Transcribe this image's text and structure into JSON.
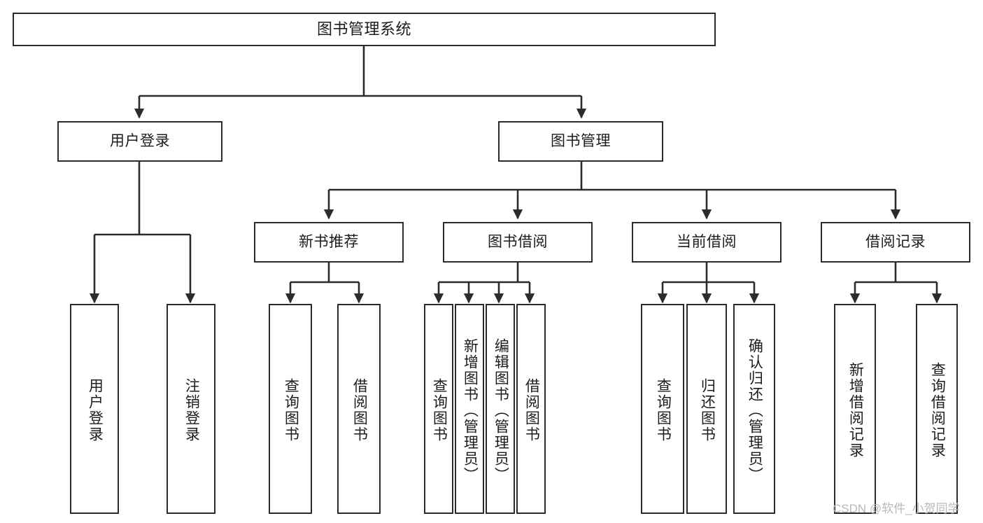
{
  "diagram": {
    "type": "tree",
    "title": "图书管理系统",
    "watermark": "CSDN @软件_小贺同学",
    "colors": {
      "background": "#ffffff",
      "border": "#2b2b2b",
      "text": "#1c1c1c",
      "connector": "#2b2b2b",
      "watermark": "#b9b9b9"
    },
    "nodes": {
      "root": {
        "label": "图书管理系统"
      },
      "level2": [
        {
          "id": "user-login",
          "label": "用户登录"
        },
        {
          "id": "book-management",
          "label": "图书管理"
        }
      ],
      "level3": [
        {
          "id": "new-book-recommend",
          "label": "新书推荐"
        },
        {
          "id": "book-borrow",
          "label": "图书借阅"
        },
        {
          "id": "current-borrow",
          "label": "当前借阅"
        },
        {
          "id": "borrow-record",
          "label": "借阅记录"
        }
      ],
      "leaves": {
        "user_login": [
          {
            "id": "leaf-user-login",
            "label": "用户登录"
          },
          {
            "id": "leaf-logout-login",
            "label": "注销登录"
          }
        ],
        "new_book_recommend": [
          {
            "id": "leaf-query-book-1",
            "label": "查询图书"
          },
          {
            "id": "leaf-borrow-book-1",
            "label": "借阅图书"
          }
        ],
        "book_borrow": [
          {
            "id": "leaf-query-book-2",
            "label": "查询图书"
          },
          {
            "id": "leaf-add-book",
            "label": "新增图书（管理员）"
          },
          {
            "id": "leaf-edit-book",
            "label": "编辑图书（管理员）"
          },
          {
            "id": "leaf-borrow-book-2",
            "label": "借阅图书"
          }
        ],
        "current_borrow": [
          {
            "id": "leaf-query-book-3",
            "label": "查询图书"
          },
          {
            "id": "leaf-return-book",
            "label": "归还图书"
          },
          {
            "id": "leaf-confirm-return",
            "label": "确认归还（管理员）"
          }
        ],
        "borrow_record": [
          {
            "id": "leaf-add-record",
            "label": "新增借阅记录"
          },
          {
            "id": "leaf-query-record",
            "label": "查询借阅记录"
          }
        ]
      }
    }
  }
}
